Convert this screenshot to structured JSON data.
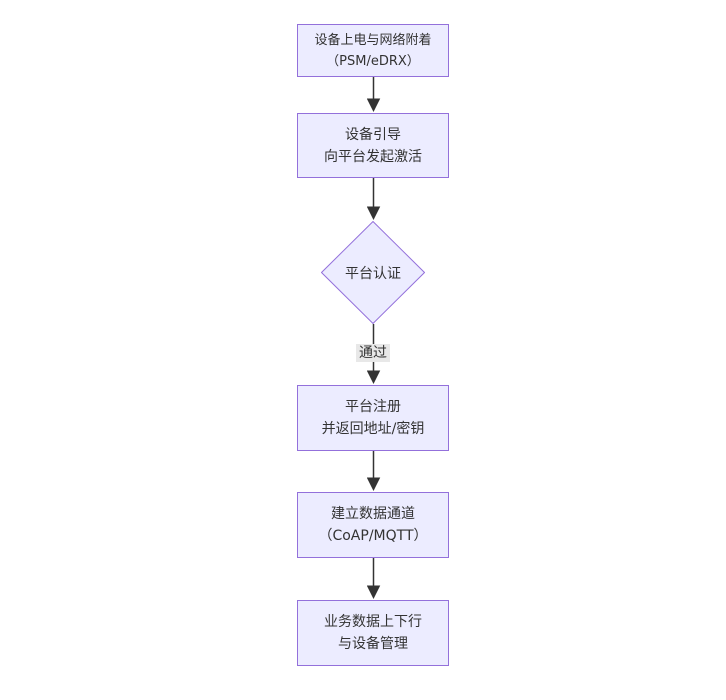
{
  "diagram": {
    "type": "flowchart",
    "direction": "top-down",
    "nodes": [
      {
        "id": "power-attach",
        "shape": "rect",
        "lines": [
          "设备上电与网络附着",
          "（PSM/eDRX）"
        ]
      },
      {
        "id": "bootstrap",
        "shape": "rect",
        "lines": [
          "设备引导",
          "向平台发起激活"
        ]
      },
      {
        "id": "platform-auth",
        "shape": "diamond",
        "lines": [
          "平台认证"
        ]
      },
      {
        "id": "register",
        "shape": "rect",
        "lines": [
          "平台注册",
          "并返回地址/密钥"
        ]
      },
      {
        "id": "data-channel",
        "shape": "rect",
        "lines": [
          "建立数据通道",
          "（CoAP/MQTT）"
        ]
      },
      {
        "id": "business-data",
        "shape": "rect",
        "lines": [
          "业务数据上下行",
          "与设备管理"
        ]
      }
    ],
    "edges": [
      {
        "from": "power-attach",
        "to": "bootstrap",
        "label": ""
      },
      {
        "from": "bootstrap",
        "to": "platform-auth",
        "label": ""
      },
      {
        "from": "platform-auth",
        "to": "register",
        "label": "通过"
      },
      {
        "from": "register",
        "to": "data-channel",
        "label": ""
      },
      {
        "from": "data-channel",
        "to": "business-data",
        "label": ""
      }
    ],
    "colors": {
      "node_fill": "#ECECFF",
      "node_border": "#9370DB",
      "text": "#333333",
      "arrow": "#333333",
      "edge_label_bg": "#e8e8e8",
      "background": "#ffffff"
    }
  }
}
